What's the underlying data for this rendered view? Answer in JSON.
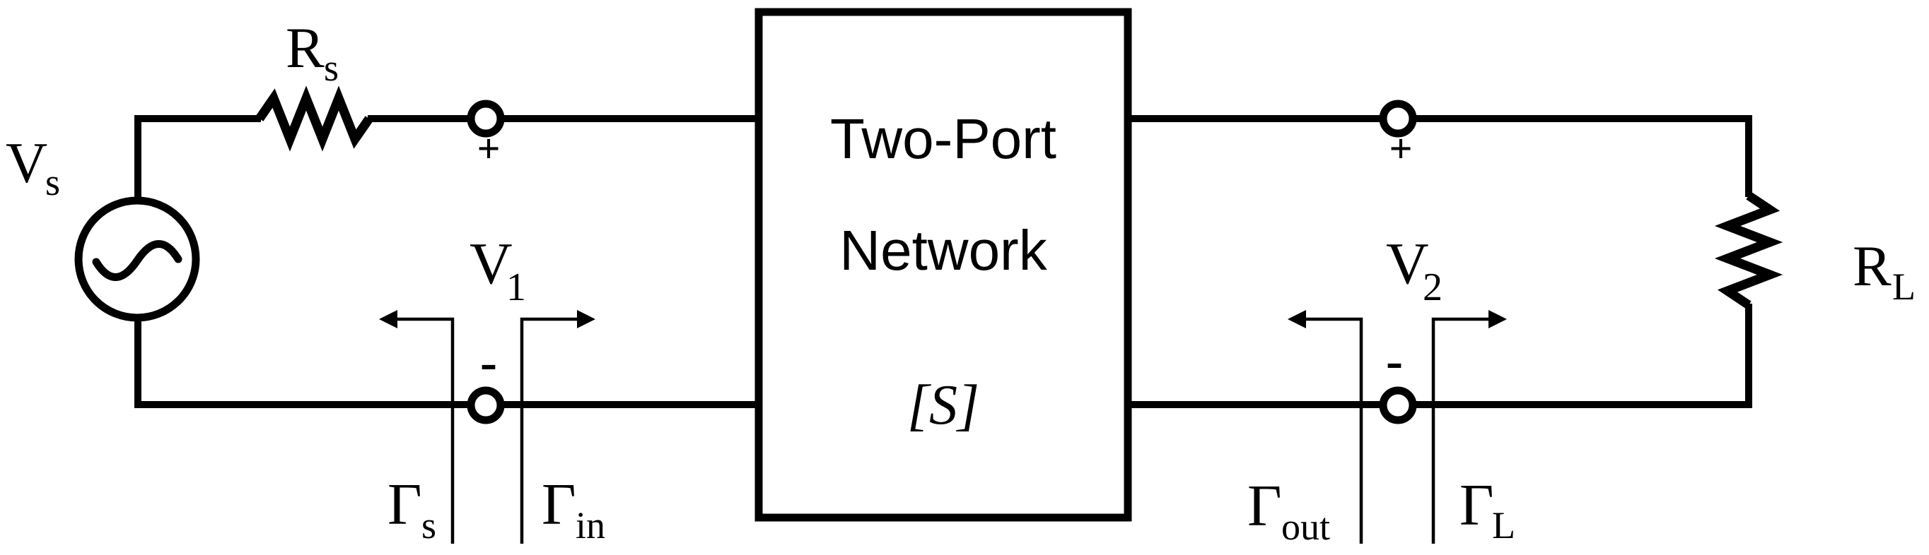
{
  "figure": {
    "background": "#ffffff",
    "ink_color": "#000000",
    "source": {
      "label": "V",
      "label_sub": "s"
    },
    "source_resistor": {
      "label": "R",
      "label_sub": "s"
    },
    "load_resistor": {
      "label": "R",
      "label_sub": "L"
    },
    "network_box": {
      "line1": "Two-Port",
      "line2": "Network",
      "line3": "[S]"
    },
    "port1": {
      "polarity_plus": "+",
      "polarity_minus": "-",
      "voltage": "V",
      "voltage_sub": "1",
      "gamma_source": "Γ",
      "gamma_source_sub": "s",
      "gamma_in": "Γ",
      "gamma_in_sub": "in"
    },
    "port2": {
      "polarity_plus": "+",
      "polarity_minus": "-",
      "voltage": "V",
      "voltage_sub": "2",
      "gamma_out": "Γ",
      "gamma_out_sub": "out",
      "gamma_load": "Γ",
      "gamma_load_sub": "L"
    }
  }
}
